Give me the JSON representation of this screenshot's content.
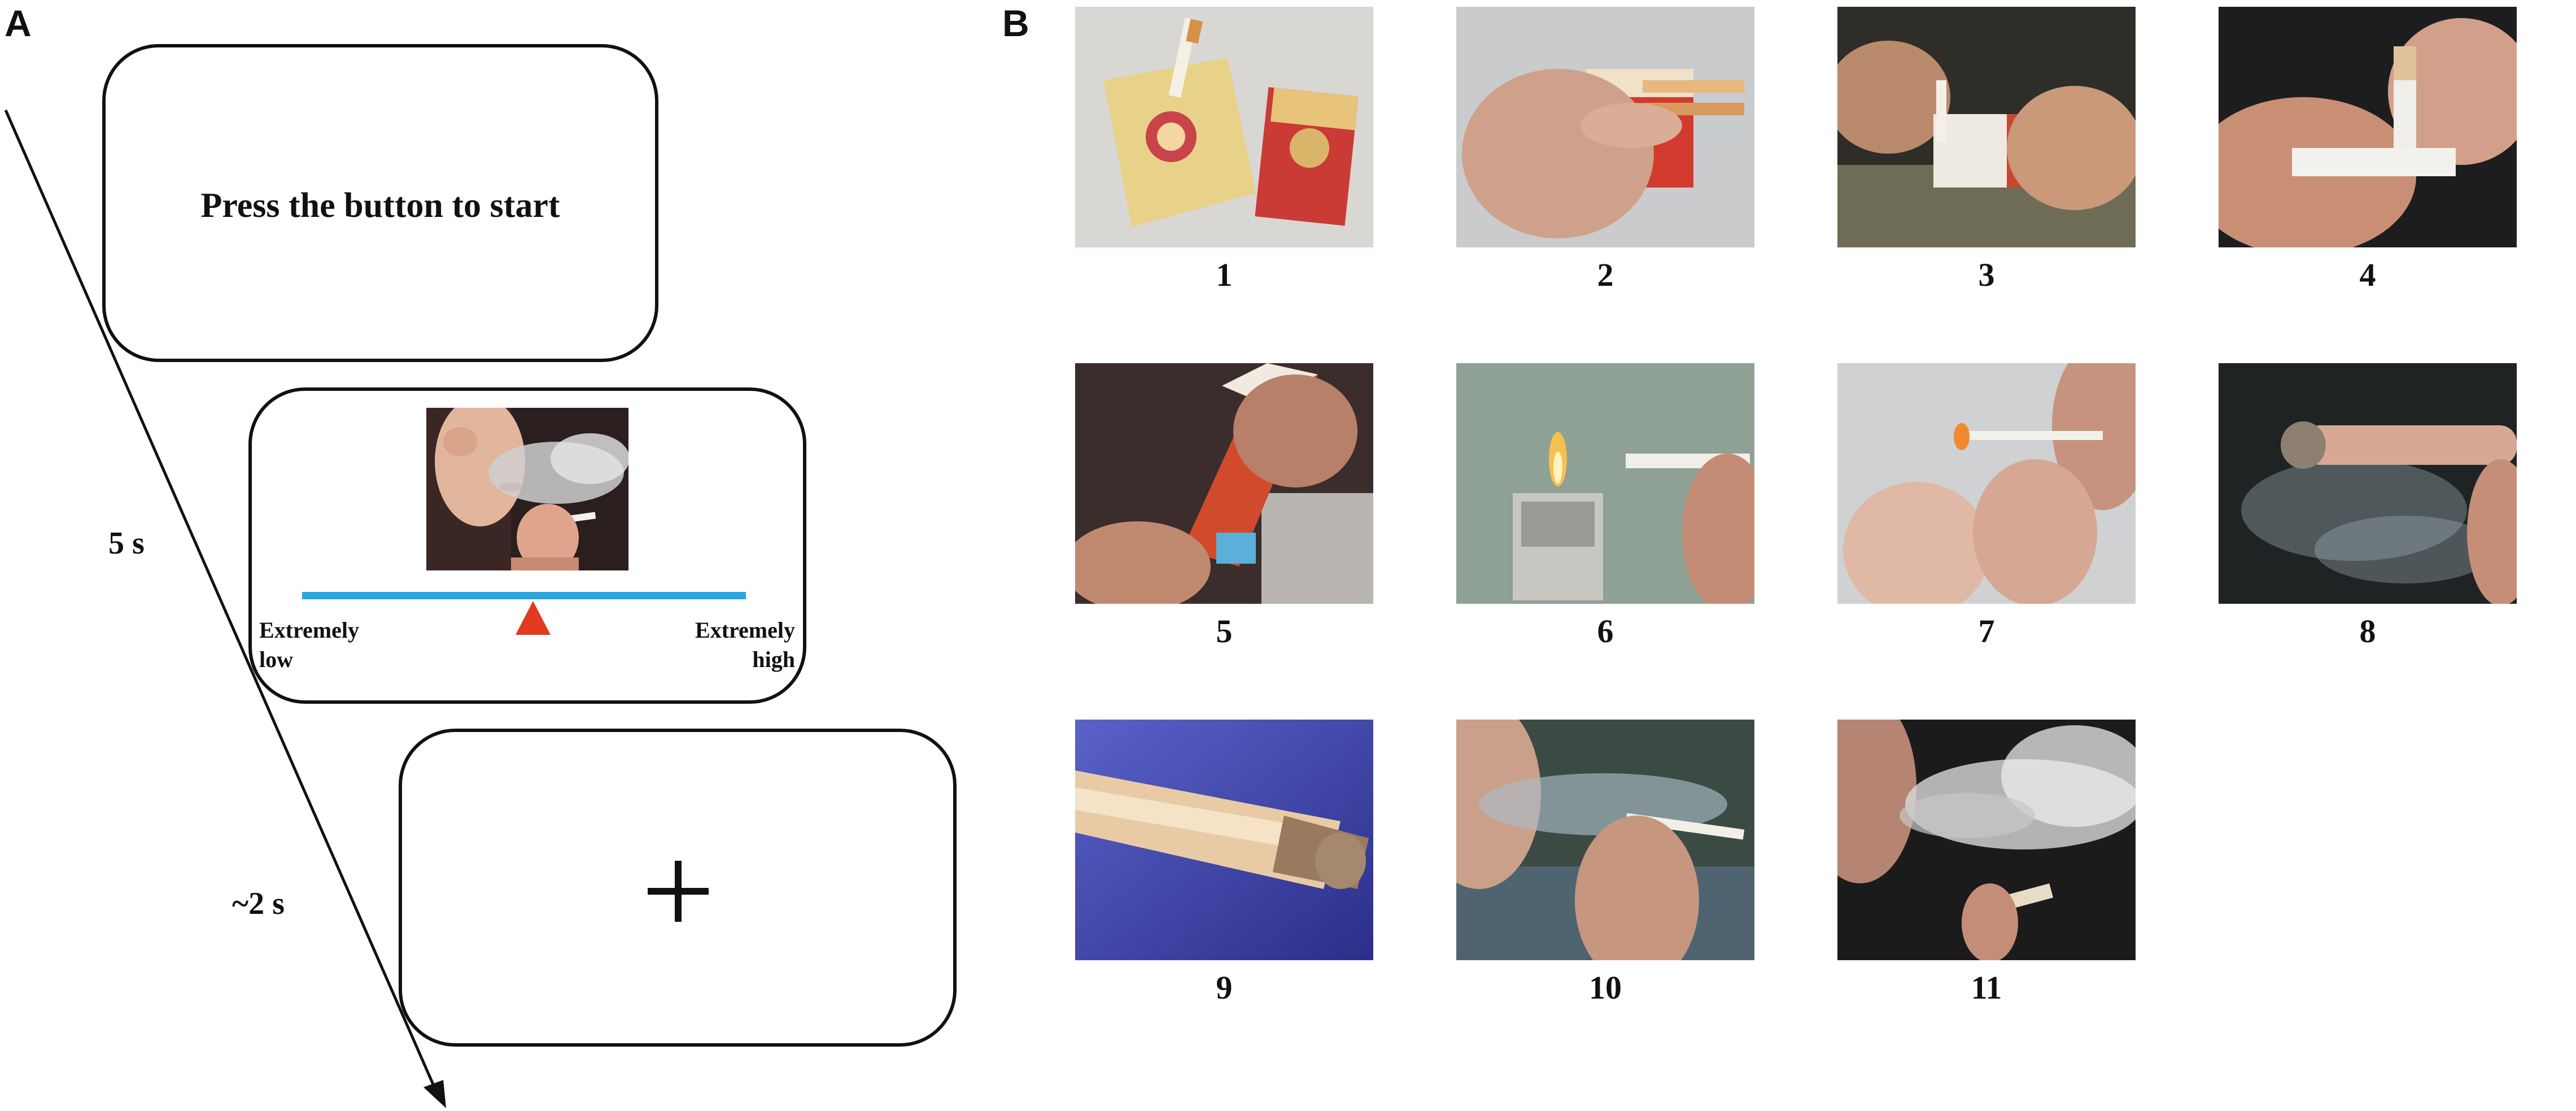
{
  "panels": {
    "a": {
      "letter": "A",
      "start_screen_text": "Press the button to start",
      "rating_scale": {
        "low_label": "Extremely\nlow",
        "high_label": "Extremely\nhigh",
        "bar_color": "#2aa7e0",
        "marker_color": "#e23a1e",
        "marker_position": 0.52
      },
      "fixation_symbol": "plus-icon",
      "durations": {
        "rating": "5 s",
        "fixation": "~2 s"
      }
    },
    "b": {
      "letter": "B",
      "images": [
        {
          "label": "1",
          "icon": "cigarette-packs-icon"
        },
        {
          "label": "2",
          "icon": "hand-opening-pack-icon"
        },
        {
          "label": "3",
          "icon": "hands-pulling-cigarette-icon"
        },
        {
          "label": "4",
          "icon": "fingers-holding-cigarette-icon"
        },
        {
          "label": "5",
          "icon": "hands-with-pack-icon"
        },
        {
          "label": "6",
          "icon": "lighter-flame-icon"
        },
        {
          "label": "7",
          "icon": "lighting-cigarette-icon"
        },
        {
          "label": "8",
          "icon": "burning-cigarette-smoke-icon"
        },
        {
          "label": "9",
          "icon": "cigarette-closeup-icon"
        },
        {
          "label": "10",
          "icon": "man-exhaling-smoke-icon"
        },
        {
          "label": "11",
          "icon": "smoke-cloud-icon"
        }
      ]
    }
  }
}
